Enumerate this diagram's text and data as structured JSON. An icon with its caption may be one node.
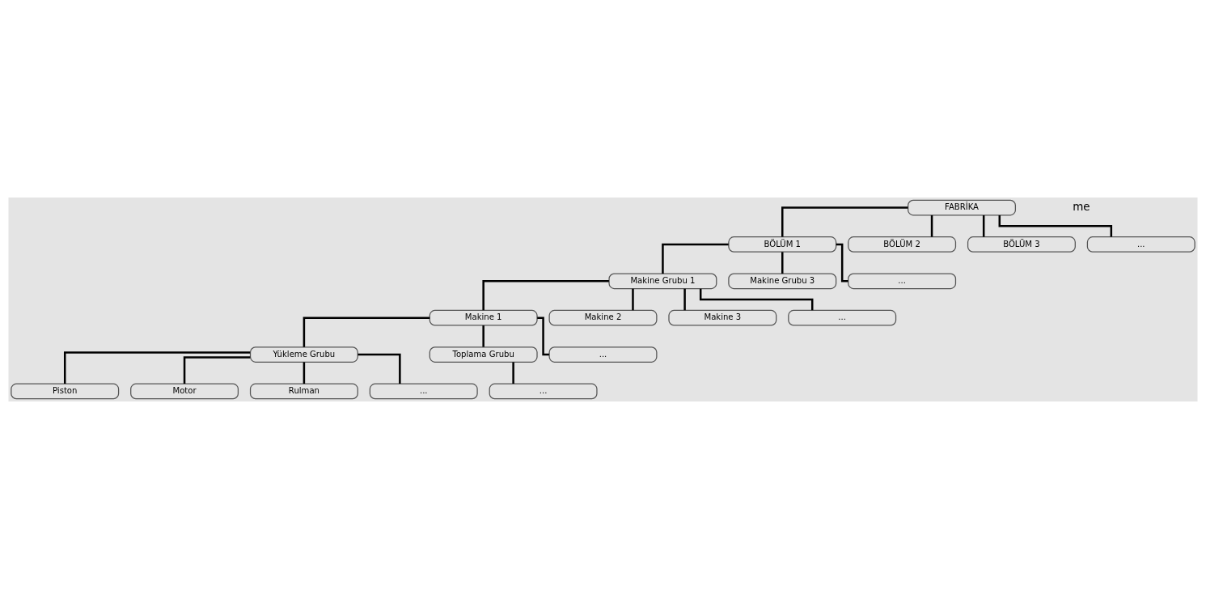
{
  "diagram": {
    "nodes": [
      {
        "text": [
          "FABRİKA"
        ]
      },
      {
        "text": [
          "BÖLÜM 1"
        ]
      },
      {
        "text": [
          "BÖLÜM 2"
        ]
      },
      {
        "text": [
          "BÖLÜM 3"
        ]
      },
      {
        "text": [
          "..."
        ]
      },
      {
        "text": [
          "Makine Grubu 1"
        ]
      },
      {
        "text": [
          "Makine Grubu 3"
        ]
      },
      {
        "text": [
          "..."
        ]
      },
      {
        "text": [
          "Makine 1"
        ]
      },
      {
        "text": [
          "Yükleme Grubu"
        ]
      },
      {
        "text": [
          "Piston"
        ]
      },
      {
        "text": [
          "Motor"
        ]
      },
      {
        "text": [
          "Rulman"
        ]
      },
      {
        "text": [
          "..."
        ]
      },
      {
        "text": [
          "Toplama Grubu"
        ]
      },
      {
        "text": [
          "..."
        ]
      },
      {
        "text": [
          "..."
        ]
      },
      {
        "text": [
          "Makine 2"
        ]
      },
      {
        "text": [
          "Makine 3"
        ]
      },
      {
        "text": [
          "..."
        ]
      }
    ],
    "edges": [
      {
        "from": 0,
        "to": 1,
        "arrow": "none"
      },
      {
        "from": 0,
        "to": 2,
        "arrow": "none"
      },
      {
        "from": 0,
        "to": 3,
        "arrow": "none"
      },
      {
        "from": 0,
        "to": 4,
        "arrow": "none"
      },
      {
        "from": 1,
        "to": 5,
        "arrow": "none"
      },
      {
        "from": 1,
        "to": 6,
        "arrow": "none"
      },
      {
        "from": 1,
        "to": 7,
        "arrow": "none"
      },
      {
        "from": 5,
        "to": 8,
        "arrow": "none"
      },
      {
        "from": 8,
        "to": 9,
        "arrow": "none"
      },
      {
        "from": 9,
        "to": 10,
        "arrow": "none"
      },
      {
        "from": 9,
        "to": 11,
        "arrow": "none"
      },
      {
        "from": 9,
        "to": 12,
        "arrow": "none"
      },
      {
        "from": 9,
        "to": 13,
        "arrow": "none"
      },
      {
        "from": 8,
        "to": 14,
        "arrow": "none"
      },
      {
        "from": 14,
        "to": 15,
        "arrow": "none"
      },
      {
        "from": 8,
        "to": 16,
        "arrow": "none"
      },
      {
        "from": 5,
        "to": 17,
        "arrow": "none"
      },
      {
        "from": 5,
        "to": 18,
        "arrow": "none"
      },
      {
        "from": 5,
        "to": 19,
        "arrow": "none"
      }
    ],
    "labels": [
      "me"
    ]
  }
}
